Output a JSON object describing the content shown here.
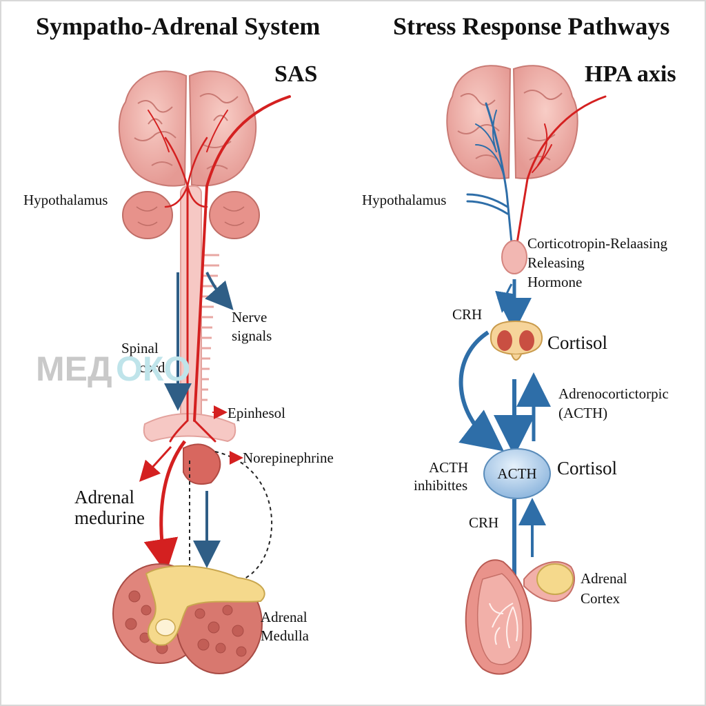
{
  "left": {
    "title": "Sympatho-Adrenal System",
    "tag": "SAS",
    "hypothalamus": "Hypothalamus",
    "nerve_signals": [
      "Nerve",
      "signals"
    ],
    "spinal_cord": [
      "Spinal",
      "cord"
    ],
    "epinephrine": "Epinhesol",
    "norepinephrine": "Norepinephrine",
    "adrenal_medurine": [
      "Adrenal",
      "medurine"
    ],
    "adrenal_medulla": [
      "Adrenal",
      "Medulla"
    ]
  },
  "right": {
    "title": "Stress Response Pathways",
    "tag": "HPA axis",
    "hypothalamus": "Hypothalamus",
    "crh_hormone": [
      "Corticotropin-Relaasing",
      "Releasing",
      "Hormone"
    ],
    "crh_top": "CRH",
    "cortisol_top": "Cortisol",
    "acth_label": [
      "Adrenocortictorpic",
      "(ACTH)"
    ],
    "acth_node": "ACTH",
    "cortisol_mid": "Cortisol",
    "acth_inhibits": [
      "ACTH",
      "inhibittes"
    ],
    "crh_bottom": "CRH",
    "adrenal_cortex": [
      "Adrenal",
      "Cortex"
    ]
  },
  "watermark": {
    "left": "МЕД",
    "right": "ОКО"
  },
  "colors": {
    "nerve_red": "#d42020",
    "hpa_blue": "#2e6ea8",
    "tissue_pink": "#eaa3a0",
    "gland_yellow": "#f5d98c"
  }
}
